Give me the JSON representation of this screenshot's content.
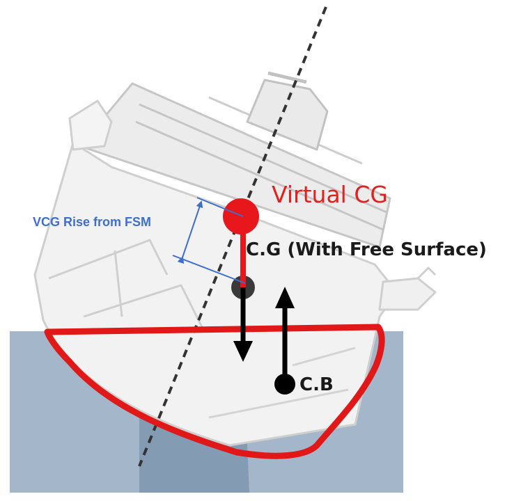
{
  "labels": {
    "virtual_cg": "Virtual CG",
    "cg_free_surface": "C.G (With Free Surface)",
    "cb": "C.B",
    "vcg_rise": "VCG Rise from FSM"
  },
  "colors": {
    "water": "#a4b6c9",
    "water_inner": "#7f97b0",
    "hull_outline": "#e01818",
    "virtual_cg": "#e8171b",
    "force_arrows": "#000000",
    "dimension": "#3d6fd0",
    "ship_lines": "#c9c9c9"
  }
}
